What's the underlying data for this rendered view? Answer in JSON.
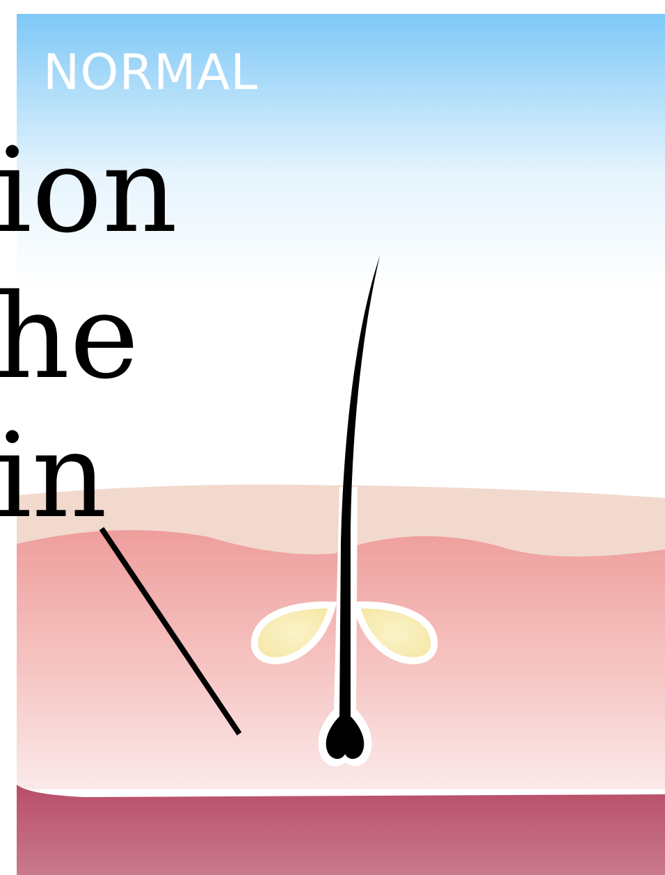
{
  "panel": {
    "label": "NORMAL"
  },
  "caption": {
    "lines": [
      "ion",
      "he",
      "in"
    ]
  },
  "colors": {
    "sky_top": "#7ec8f7",
    "sky_bottom": "#ffffff",
    "epidermis": "#f2d9cd",
    "dermis_top": "#ee9e9c",
    "dermis_bottom": "#fbeaea",
    "subcutis_top": "#b84d68",
    "subcutis_bottom": "#c97a8c",
    "hair": "#000000",
    "sebaceous_gland": "#f5e7a6"
  }
}
